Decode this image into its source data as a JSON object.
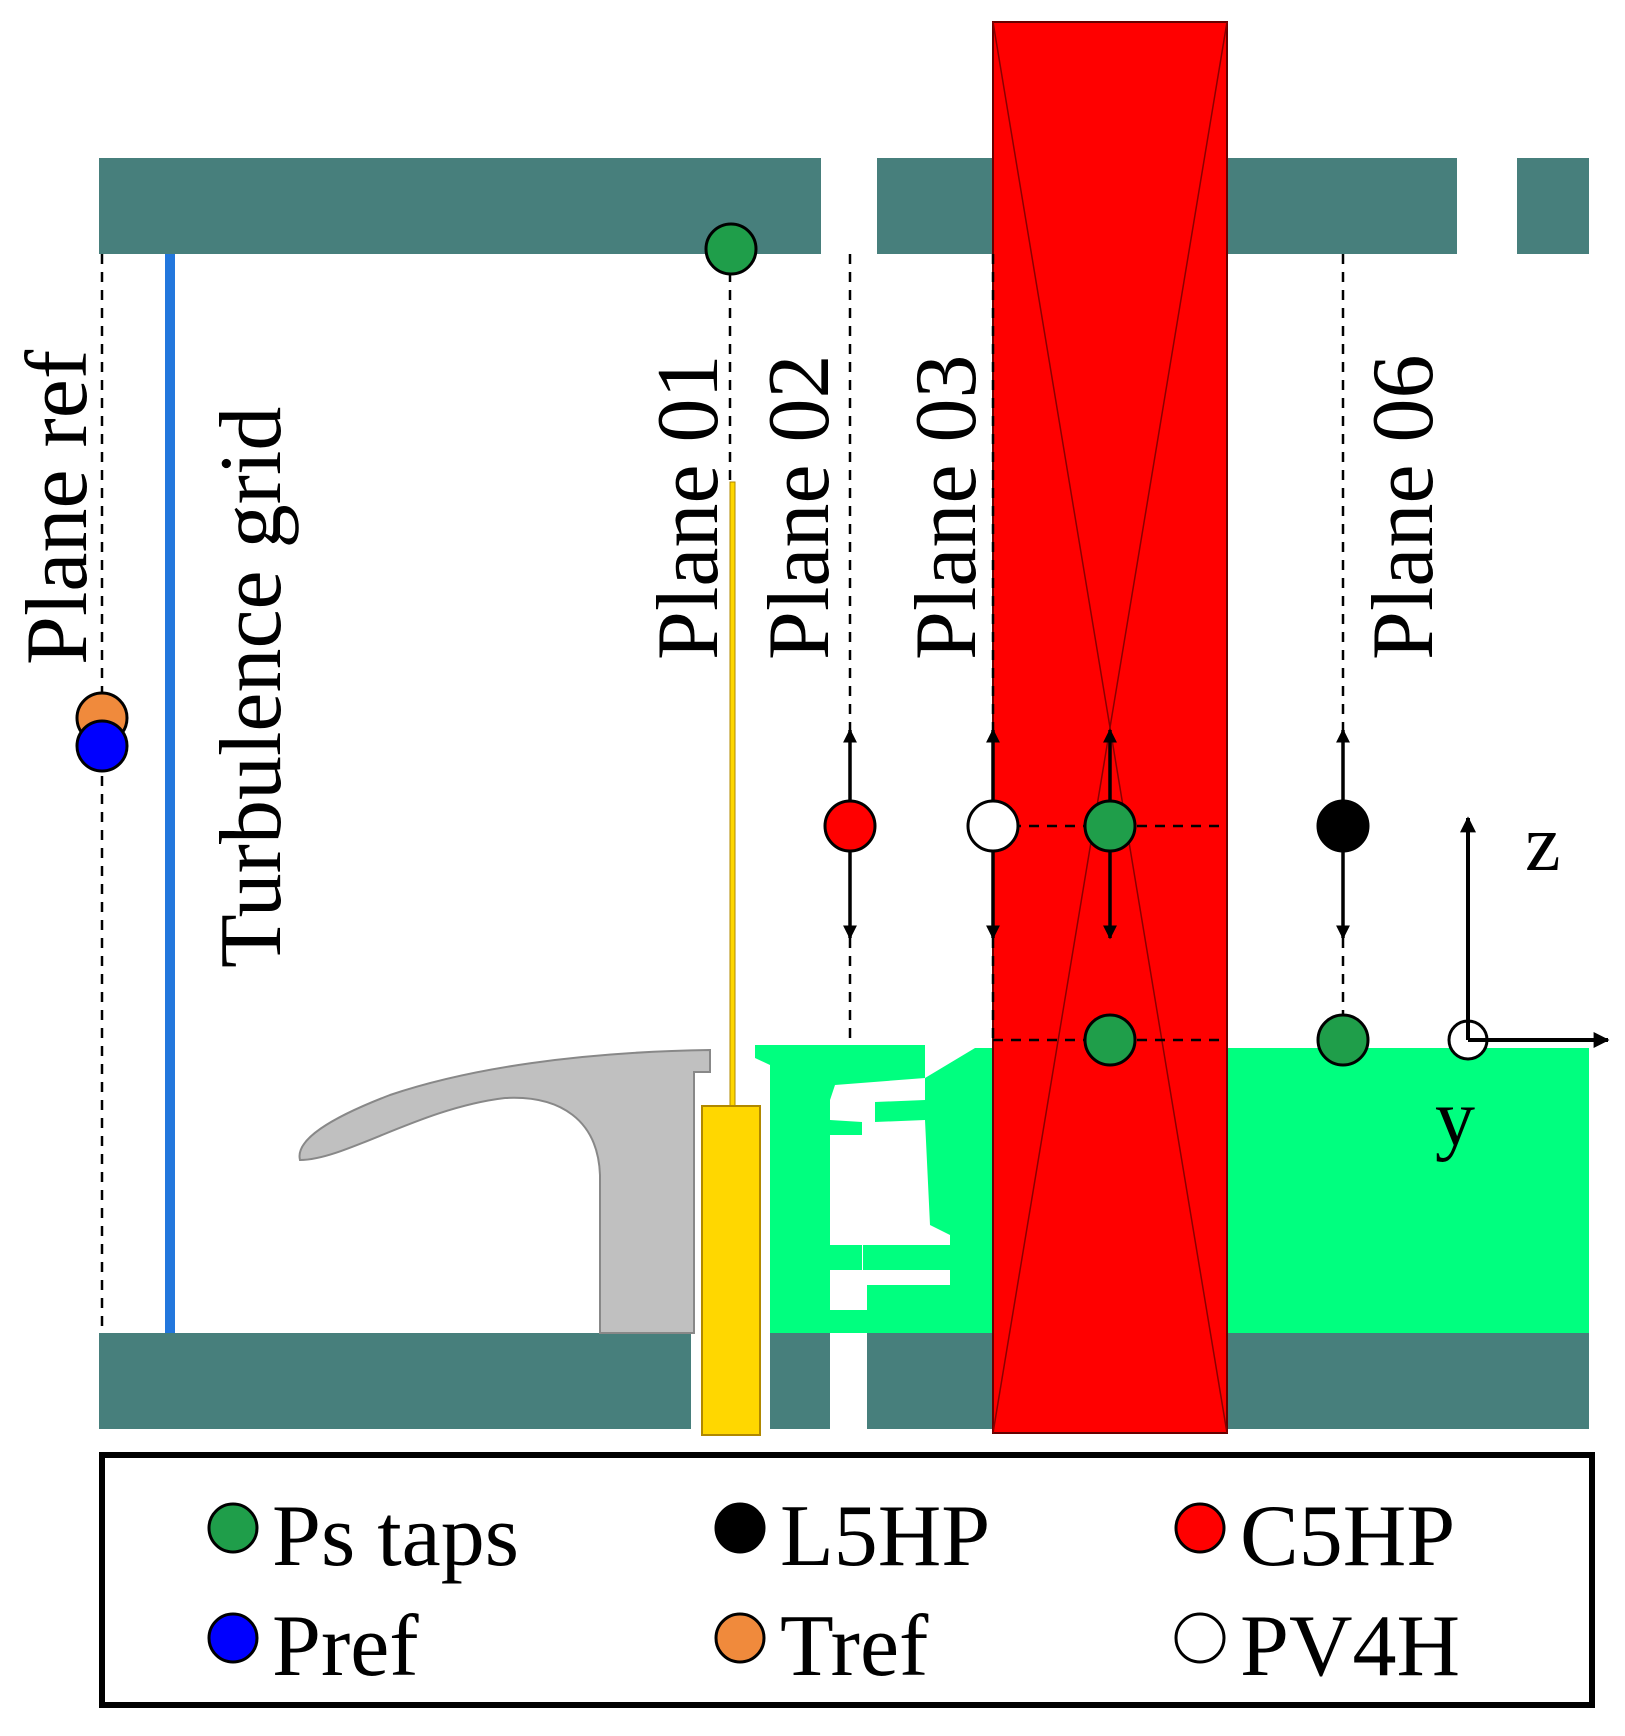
{
  "planes": {
    "ref": "Plane ref",
    "p01": "Plane 01",
    "p02": "Plane 02",
    "p03": "Plane 03",
    "p06": "Plane 06"
  },
  "grid_label": "Turbulence grid",
  "axes": {
    "z": "z",
    "y": "y"
  },
  "legend": [
    {
      "label": "Ps taps",
      "color": "#1f9e4a",
      "icon": "green-circle"
    },
    {
      "label": "L5HP",
      "color": "#000000",
      "icon": "black-circle"
    },
    {
      "label": "C5HP",
      "color": "#ff0000",
      "icon": "red-circle"
    },
    {
      "label": "Pref",
      "color": "#0000ff",
      "icon": "blue-circle"
    },
    {
      "label": "Tref",
      "color": "#f08a3c",
      "icon": "orange-circle"
    },
    {
      "label": "PV4H",
      "color": "#ffffff",
      "icon": "white-circle"
    }
  ],
  "colors": {
    "wall": "#477f7c",
    "rotor": "#00ff7f",
    "red_zone": "#ff0000",
    "grid_line": "#2277dd",
    "blade": "#c0c0c0",
    "probe": "#ffd700"
  }
}
